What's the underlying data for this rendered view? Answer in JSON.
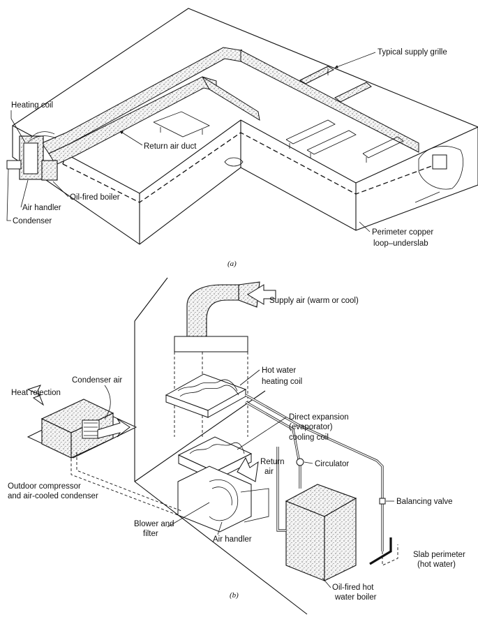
{
  "diagram_a": {
    "caption": "(a)",
    "labels": {
      "supply_grille": "Typical supply grille",
      "heating_coil": "Heating coil",
      "return_air_duct": "Return air duct",
      "oil_fired_boiler": "Oil-fired boiler",
      "air_handler": "Air handler",
      "condenser": "Condenser",
      "perimeter_loop_1": "Perimeter copper",
      "perimeter_loop_2": "loop–underslab"
    }
  },
  "diagram_b": {
    "caption": "(b)",
    "labels": {
      "supply_air": "Supply air (warm or cool)",
      "hot_water_coil_1": "Hot water",
      "hot_water_coil_2": "heating coil",
      "heat_rejection": "Heat rejection",
      "condenser_air": "Condenser air",
      "dx_coil_1": "Direct expansion",
      "dx_coil_2": "(evaporator)",
      "dx_coil_3": "cooling coil",
      "circulator": "Circulator",
      "return_air_1": "Return",
      "return_air_2": "air",
      "outdoor_unit_1": "Outdoor compressor",
      "outdoor_unit_2": "and air-cooled condenser",
      "balancing_valve": "Balancing valve",
      "blower_1": "Blower and",
      "blower_2": "filter",
      "air_handler": "Air handler",
      "slab_perimeter_1": "Slab perimeter",
      "slab_perimeter_2": "(hot water)",
      "boiler_1": "Oil-fired hot",
      "boiler_2": "water boiler"
    }
  }
}
